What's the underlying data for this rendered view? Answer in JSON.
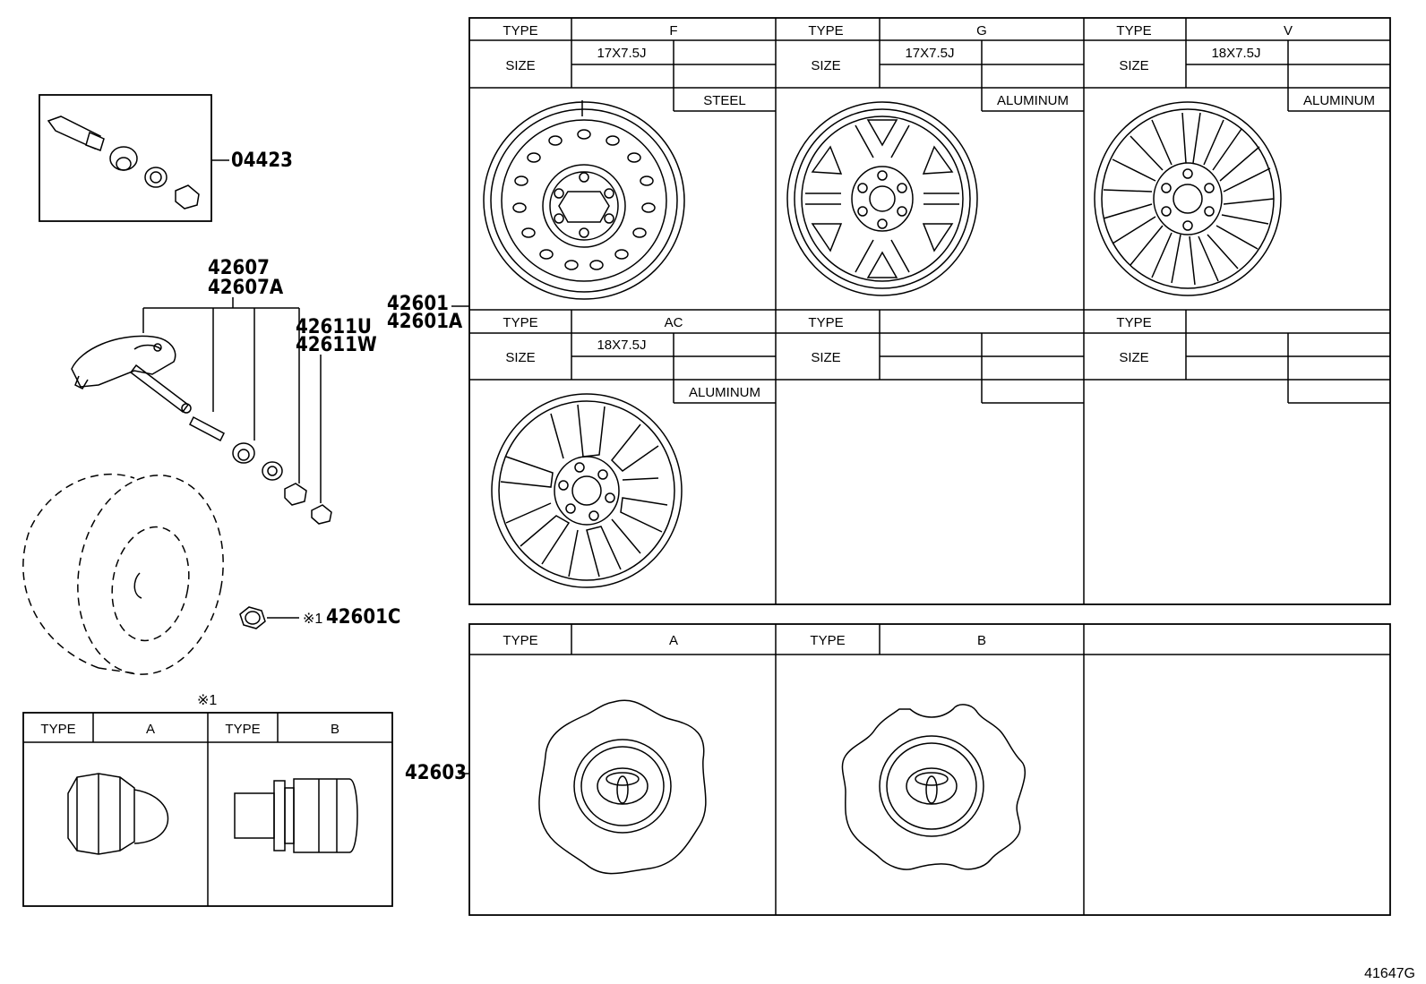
{
  "parts": {
    "valve_kit": "04423",
    "sensor_a": "42607",
    "sensor_b": "42607A",
    "nut_a": "42611U",
    "nut_b": "42611W",
    "wheel_a": "42601",
    "wheel_b": "42601A",
    "hub_nut_mark": "※1",
    "hub_nut": "42601C",
    "center_cap": "42603",
    "diagram_code": "41647G"
  },
  "labels": {
    "type": "TYPE",
    "size": "SIZE"
  },
  "wheels": [
    {
      "type": "F",
      "size": "17X7.5J",
      "material": "STEEL"
    },
    {
      "type": "G",
      "size": "17X7.5J",
      "material": "ALUMINUM"
    },
    {
      "type": "V",
      "size": "18X7.5J",
      "material": "ALUMINUM"
    },
    {
      "type": "AC",
      "size": "18X7.5J",
      "material": "ALUMINUM"
    }
  ],
  "center_caps": [
    {
      "type": "A"
    },
    {
      "type": "B"
    }
  ],
  "hub_nuts": {
    "note": "※1",
    "types": [
      {
        "type": "A"
      },
      {
        "type": "B"
      }
    ]
  },
  "icons": [
    "toyota-logo-icon",
    "steel-wheel-icon",
    "alloy-wheel-icon",
    "valve-icon",
    "tpms-sensor-icon",
    "lug-nut-icon"
  ]
}
